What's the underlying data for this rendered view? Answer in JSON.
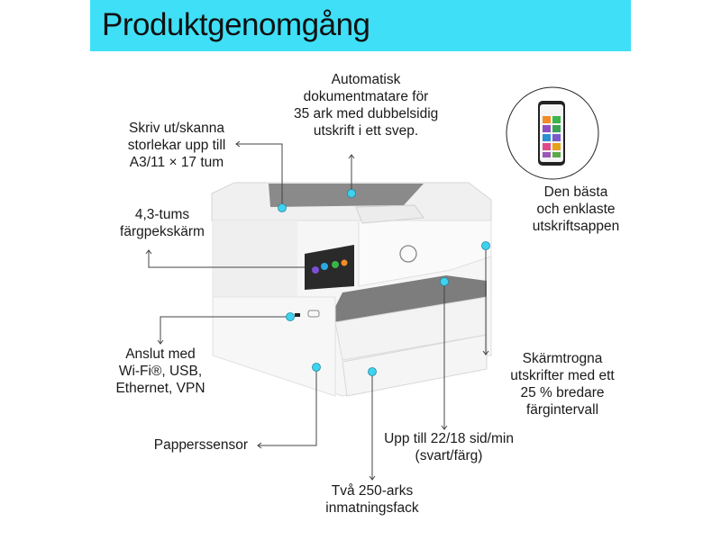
{
  "title": "Produktgenomgång",
  "accent_color": "#3fe0f7",
  "callouts": {
    "scan_size": [
      "Skriv ut/skanna",
      "storlekar upp till",
      "A3/11 × 17 tum"
    ],
    "adf": [
      "Automatisk",
      "dokumentmatare för",
      "35 ark med dubbelsidig",
      "utskrift i ett svep."
    ],
    "touchscreen": [
      "4,3-tums",
      "färgpekskärm"
    ],
    "app": [
      "Den bästa",
      "och enklaste",
      "utskriftsappen"
    ],
    "color_range": [
      "Skärmtrogna",
      "utskrifter med ett",
      "25 % bredare",
      "färgintervall"
    ],
    "connectivity": [
      "Anslut med",
      "Wi-Fi®, USB,",
      "Ethernet, VPN"
    ],
    "paper_sensor": [
      "Papperssensor"
    ],
    "speed": [
      "Upp till 22/18 sid/min",
      "(svart/färg)"
    ],
    "trays": [
      "Två 250-arks",
      "inmatningsfack"
    ]
  }
}
